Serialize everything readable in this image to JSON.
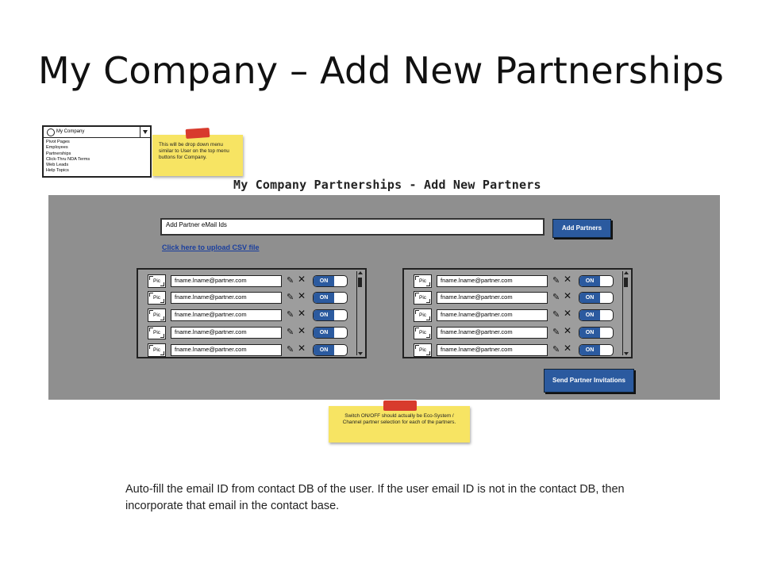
{
  "slide": {
    "title": "My Company – Add New Partnerships",
    "note": "Auto-fill the email ID from contact DB of the user. If the user email ID is not in the contact DB, then incorporate that email in the contact base."
  },
  "menu": {
    "title": "My Company",
    "items": [
      "Pivot Pages",
      "Employees",
      "Partnerships",
      "Click-Thru NDA Terms",
      "Web Leads",
      "Help Topics"
    ]
  },
  "sticky_notes": {
    "menu_note": "This will be drop down menu similar to User on the top menu buttons for Company.",
    "switch_note": "Switch ON/OFF should actually be Eco-System / Channel partner selection for each of the partners."
  },
  "mockup": {
    "heading": "My Company Partnerships - Add New Partners",
    "email_input_placeholder": "Add Partner eMail Ids",
    "add_button": "Add Partners",
    "upload_link": "Click here to upload CSV file",
    "send_button": "Send Partner Invitations",
    "partner_lists": [
      [
        {
          "pic": "Pic",
          "email": "fname.lname@partner.com",
          "toggle": "ON"
        },
        {
          "pic": "Pic",
          "email": "fname.lname@partner.com",
          "toggle": "ON"
        },
        {
          "pic": "Pic",
          "email": "fname.lname@partner.com",
          "toggle": "ON"
        },
        {
          "pic": "Pic",
          "email": "fname.lname@partner.com",
          "toggle": "ON"
        },
        {
          "pic": "Pic",
          "email": "fname.lname@partner.com",
          "toggle": "ON"
        }
      ],
      [
        {
          "pic": "Pic",
          "email": "fname.lname@partner.com",
          "toggle": "ON"
        },
        {
          "pic": "Pic",
          "email": "fname.lname@partner.com",
          "toggle": "ON"
        },
        {
          "pic": "Pic",
          "email": "fname.lname@partner.com",
          "toggle": "ON"
        },
        {
          "pic": "Pic",
          "email": "fname.lname@partner.com",
          "toggle": "ON"
        },
        {
          "pic": "Pic",
          "email": "fname.lname@partner.com",
          "toggle": "ON"
        }
      ]
    ]
  },
  "colors": {
    "panel": "#8f8f8f",
    "button": "#2b5a9f",
    "sticky": "#f7e463",
    "tape": "#d83b2d",
    "link": "#1b3f9e"
  },
  "icons": [
    "pencil-icon",
    "delete-x-icon",
    "chevron-down-icon",
    "scroll-up-icon",
    "scroll-down-icon"
  ]
}
